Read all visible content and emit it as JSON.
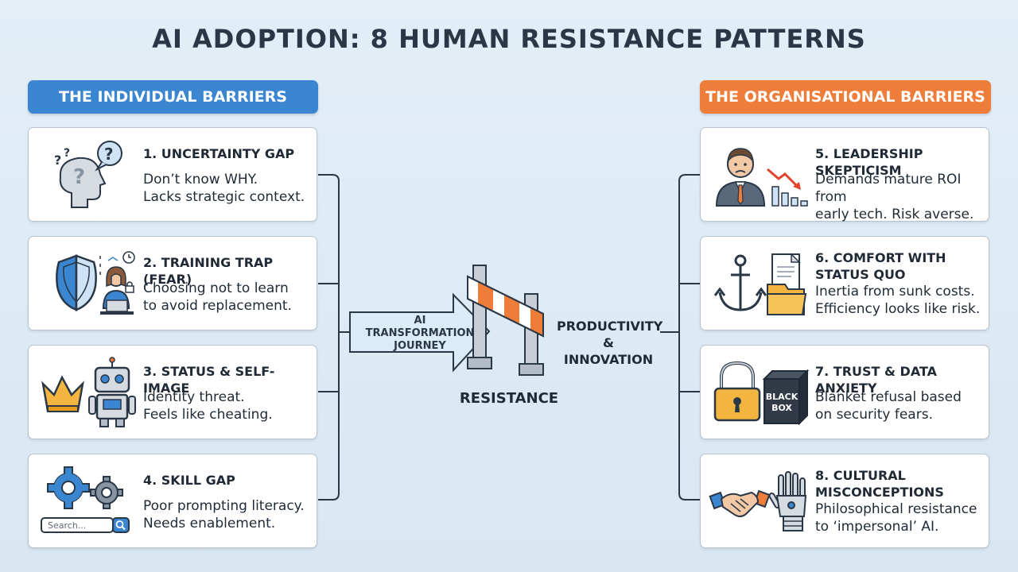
{
  "title": "AI ADOPTION: 8 HUMAN RESISTANCE PATTERNS",
  "headers": {
    "individual": "THE INDIVIDUAL BARRIERS",
    "organisational": "THE ORGANISATIONAL BARRIERS"
  },
  "colors": {
    "individual_header": "#3b86d1",
    "organisational_header": "#ef7d3a",
    "barrier_orange": "#ef7d3a",
    "arrow_fill": "#dcebf8"
  },
  "individual": [
    {
      "title": "1. UNCERTAINTY GAP",
      "desc_line1": "Don’t know WHY.",
      "desc_line2": "Lacks strategic context.",
      "icon": "head-question-icon"
    },
    {
      "title": "2. TRAINING TRAP (FEAR)",
      "desc_line1": "Choosing not to learn",
      "desc_line2": "to avoid replacement.",
      "icon": "shield-worker-icon"
    },
    {
      "title": "3. STATUS & SELF-IMAGE",
      "desc_line1": "Identity threat.",
      "desc_line2": "Feels like cheating.",
      "icon": "crown-robot-icon"
    },
    {
      "title": "4. SKILL GAP",
      "desc_line1": "Poor prompting literacy.",
      "desc_line2": "Needs enablement.",
      "icon": "gears-search-icon",
      "search_placeholder": "Search..."
    }
  ],
  "organisational": [
    {
      "title_line1": "5. LEADERSHIP SKEPTICISM",
      "title_line2": "",
      "desc_line1": "Demands mature ROI from",
      "desc_line2": "early tech. Risk averse.",
      "icon": "executive-declining-chart-icon"
    },
    {
      "title_line1": "6. COMFORT WITH",
      "title_line2": "STATUS QUO",
      "desc_line1": "Inertia from sunk costs.",
      "desc_line2": "Efficiency looks like risk.",
      "icon": "anchor-folder-icon"
    },
    {
      "title_line1": "7. TRUST & DATA ANXIETY",
      "title_line2": "",
      "desc_line1": "Blanket refusal based",
      "desc_line2": "on security fears.",
      "icon": "lock-black-box-icon",
      "box_line1": "BLACK",
      "box_line2": "BOX"
    },
    {
      "title_line1": "8. CULTURAL",
      "title_line2": "MISCONCEPTIONS",
      "desc_line1": "Philosophical resistance",
      "desc_line2": "to ‘impersonal’ AI.",
      "icon": "handshake-robot-hand-icon"
    }
  ],
  "center": {
    "arrow_line1": "AI",
    "arrow_line2": "TRANSFORMATION",
    "arrow_line3": "JOURNEY",
    "barrier_label": "RESISTANCE",
    "outcome_line1": "PRODUCTIVITY",
    "outcome_line2": "& INNOVATION"
  }
}
